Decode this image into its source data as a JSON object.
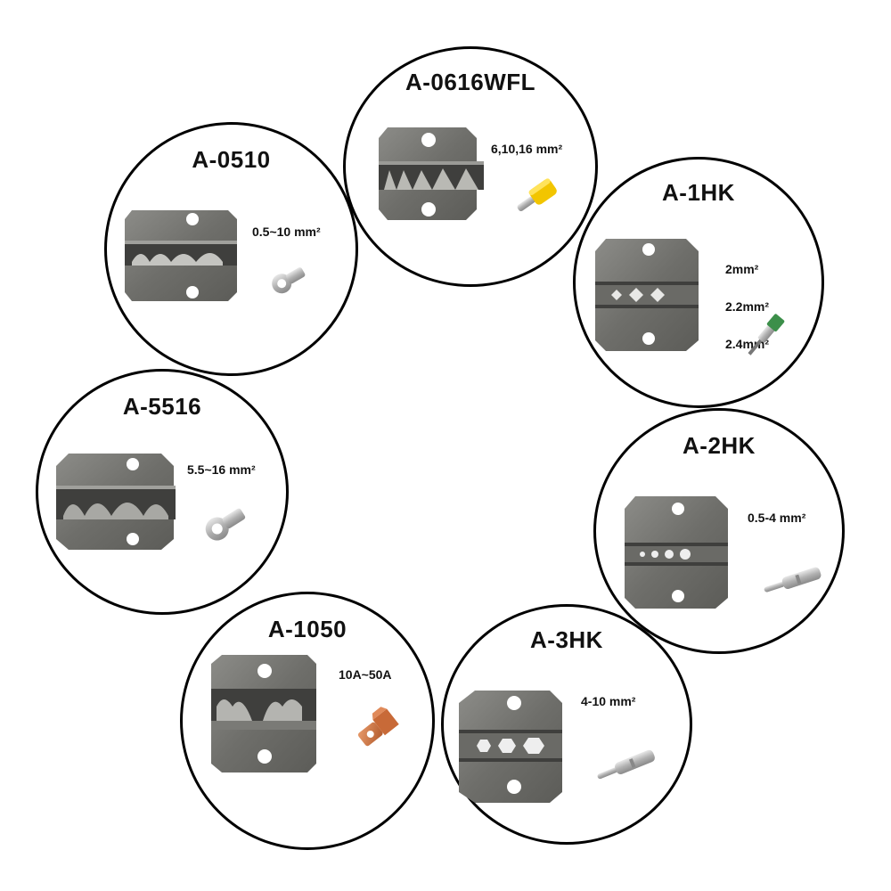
{
  "dies": [
    {
      "id": "a0616wfl",
      "model": "A-0616WFL",
      "spec": "6,10,16 mm²",
      "terminal": "ferrule-terminal-icon"
    },
    {
      "id": "a0510",
      "model": "A-0510",
      "spec": "0.5~10 mm²",
      "terminal": "ring-terminal-icon"
    },
    {
      "id": "a1hk",
      "model": "A-1HK",
      "spec_lines": [
        "2mm²",
        "2.2mm²",
        "2.4mm²"
      ],
      "terminal": "pin-contact-icon"
    },
    {
      "id": "a5516",
      "model": "A-5516",
      "spec": "5.5~16 mm²",
      "terminal": "ring-terminal-icon"
    },
    {
      "id": "a2hk",
      "model": "A-2HK",
      "spec": "0.5-4 mm²",
      "terminal": "pin-contact-icon"
    },
    {
      "id": "a1050",
      "model": "A-1050",
      "spec": "10A~50A",
      "terminal": "copper-lug-icon"
    },
    {
      "id": "a3hk",
      "model": "A-3HK",
      "spec": "4-10 mm²",
      "terminal": "pin-contact-icon"
    }
  ],
  "colors": {
    "outline": "#000000",
    "die_metal": "#7a7a76",
    "die_dark": "#3f3f3d",
    "ferrule_yellow": "#f2c500",
    "terminal_silver": "#c8c8c8",
    "copper": "#d07a4a",
    "pin_green": "#3c8f4a"
  }
}
